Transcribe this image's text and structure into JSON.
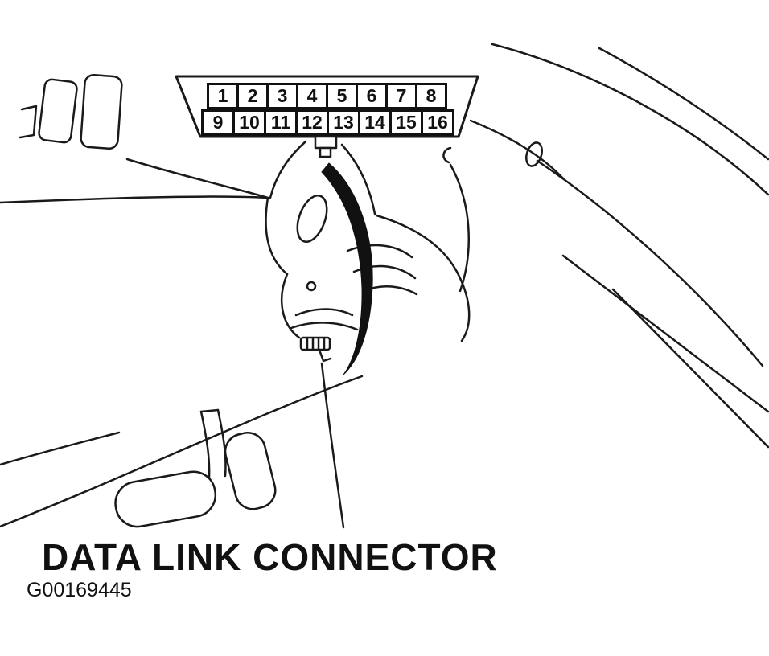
{
  "figure": {
    "label": "DATA LINK CONNECTOR",
    "figure_id": "G00169445"
  },
  "connector": {
    "pins_row1": [
      "1",
      "2",
      "3",
      "4",
      "5",
      "6",
      "7",
      "8"
    ],
    "pins_row2": [
      "9",
      "10",
      "11",
      "12",
      "13",
      "14",
      "15",
      "16"
    ]
  },
  "colors": {
    "line": "#1a1a1a",
    "background": "#ffffff",
    "arrow_fill": "#111111"
  }
}
